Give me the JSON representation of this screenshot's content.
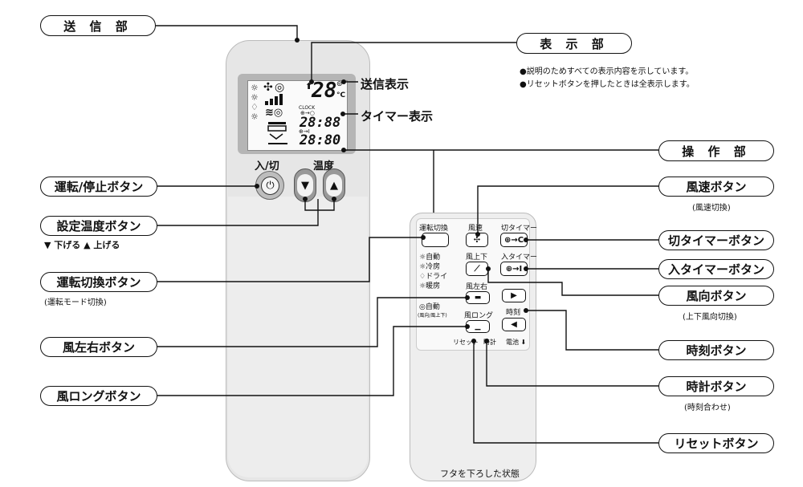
{
  "sections": {
    "transmitter": "送 信 部",
    "display": "表 示 部",
    "operation": "操 作 部"
  },
  "display_notes": [
    "●説明のためすべての表示内容を示しています。",
    "●リセットボタンを押したときは全表示します。"
  ],
  "callouts": {
    "send_indicator": "送信表示",
    "timer_indicator": "タイマー表示"
  },
  "left_labels": {
    "power": "運転/停止ボタン",
    "temp": "設定温度ボタン",
    "temp_note": "▼ 下げる ▲ 上げる",
    "mode": "運転切換ボタン",
    "mode_note": "(運転モード切換)",
    "swing_lr": "風左右ボタン",
    "long": "風ロングボタン"
  },
  "right_labels": {
    "fan": "風速ボタン",
    "fan_note": "(風速切換)",
    "off_timer": "切タイマーボタン",
    "on_timer": "入タイマーボタン",
    "direction": "風向ボタン",
    "direction_note": "(上下風向切換)",
    "time": "時刻ボタン",
    "clock": "時計ボタン",
    "clock_note": "(時刻合わせ)",
    "reset": "リセットボタン"
  },
  "remote": {
    "power_label": "入/切",
    "temp_label": "温度",
    "lcd_temp": "28",
    "lcd_unit": "°C",
    "lcd_clock": "CLOCK",
    "lcd_time1": "28:88",
    "lcd_time2": "28:80"
  },
  "panel": {
    "mode_label": "運転切換",
    "fan_label": "風速",
    "off_timer_label": "切タイマー",
    "updown_label": "風上下",
    "on_timer_label": "入タイマー",
    "lr_label": "風左右",
    "time_label": "時刻",
    "long_label": "風ロング",
    "modes": [
      "自動",
      "冷房",
      "ドライ",
      "暖房"
    ],
    "auto_swing": "自動",
    "auto_swing_note": "(風向/風上下)",
    "reset_label": "リセット",
    "clock_label": "時計",
    "battery_label": "電池",
    "off_timer_btn": "⊕→C",
    "on_timer_btn": "⊕→I"
  },
  "caption": "フタを下ろした状態"
}
